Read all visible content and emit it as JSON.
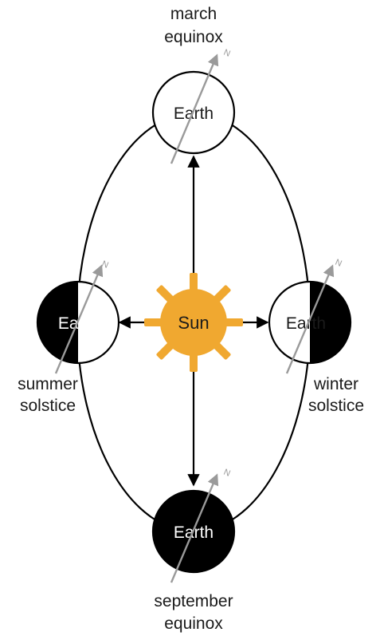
{
  "colors": {
    "sun": "#F0A830",
    "axis": "#9A9A9A",
    "night": "#000000",
    "day": "#FFFFFF"
  },
  "sun": {
    "label": "Sun"
  },
  "earths": [
    {
      "id": "march",
      "label": "Earth",
      "caption_lines": [
        "march",
        "equinox"
      ],
      "lit": "full"
    },
    {
      "id": "summer",
      "label": "Earth",
      "caption_lines": [
        "summer",
        "solstice"
      ],
      "lit": "right-half"
    },
    {
      "id": "winter",
      "label": "Earth",
      "caption_lines": [
        "winter",
        "solstice"
      ],
      "lit": "left-half"
    },
    {
      "id": "september",
      "label": "Earth",
      "caption_lines": [
        "september",
        "equinox"
      ],
      "lit": "none"
    }
  ],
  "axis_marker": "N"
}
